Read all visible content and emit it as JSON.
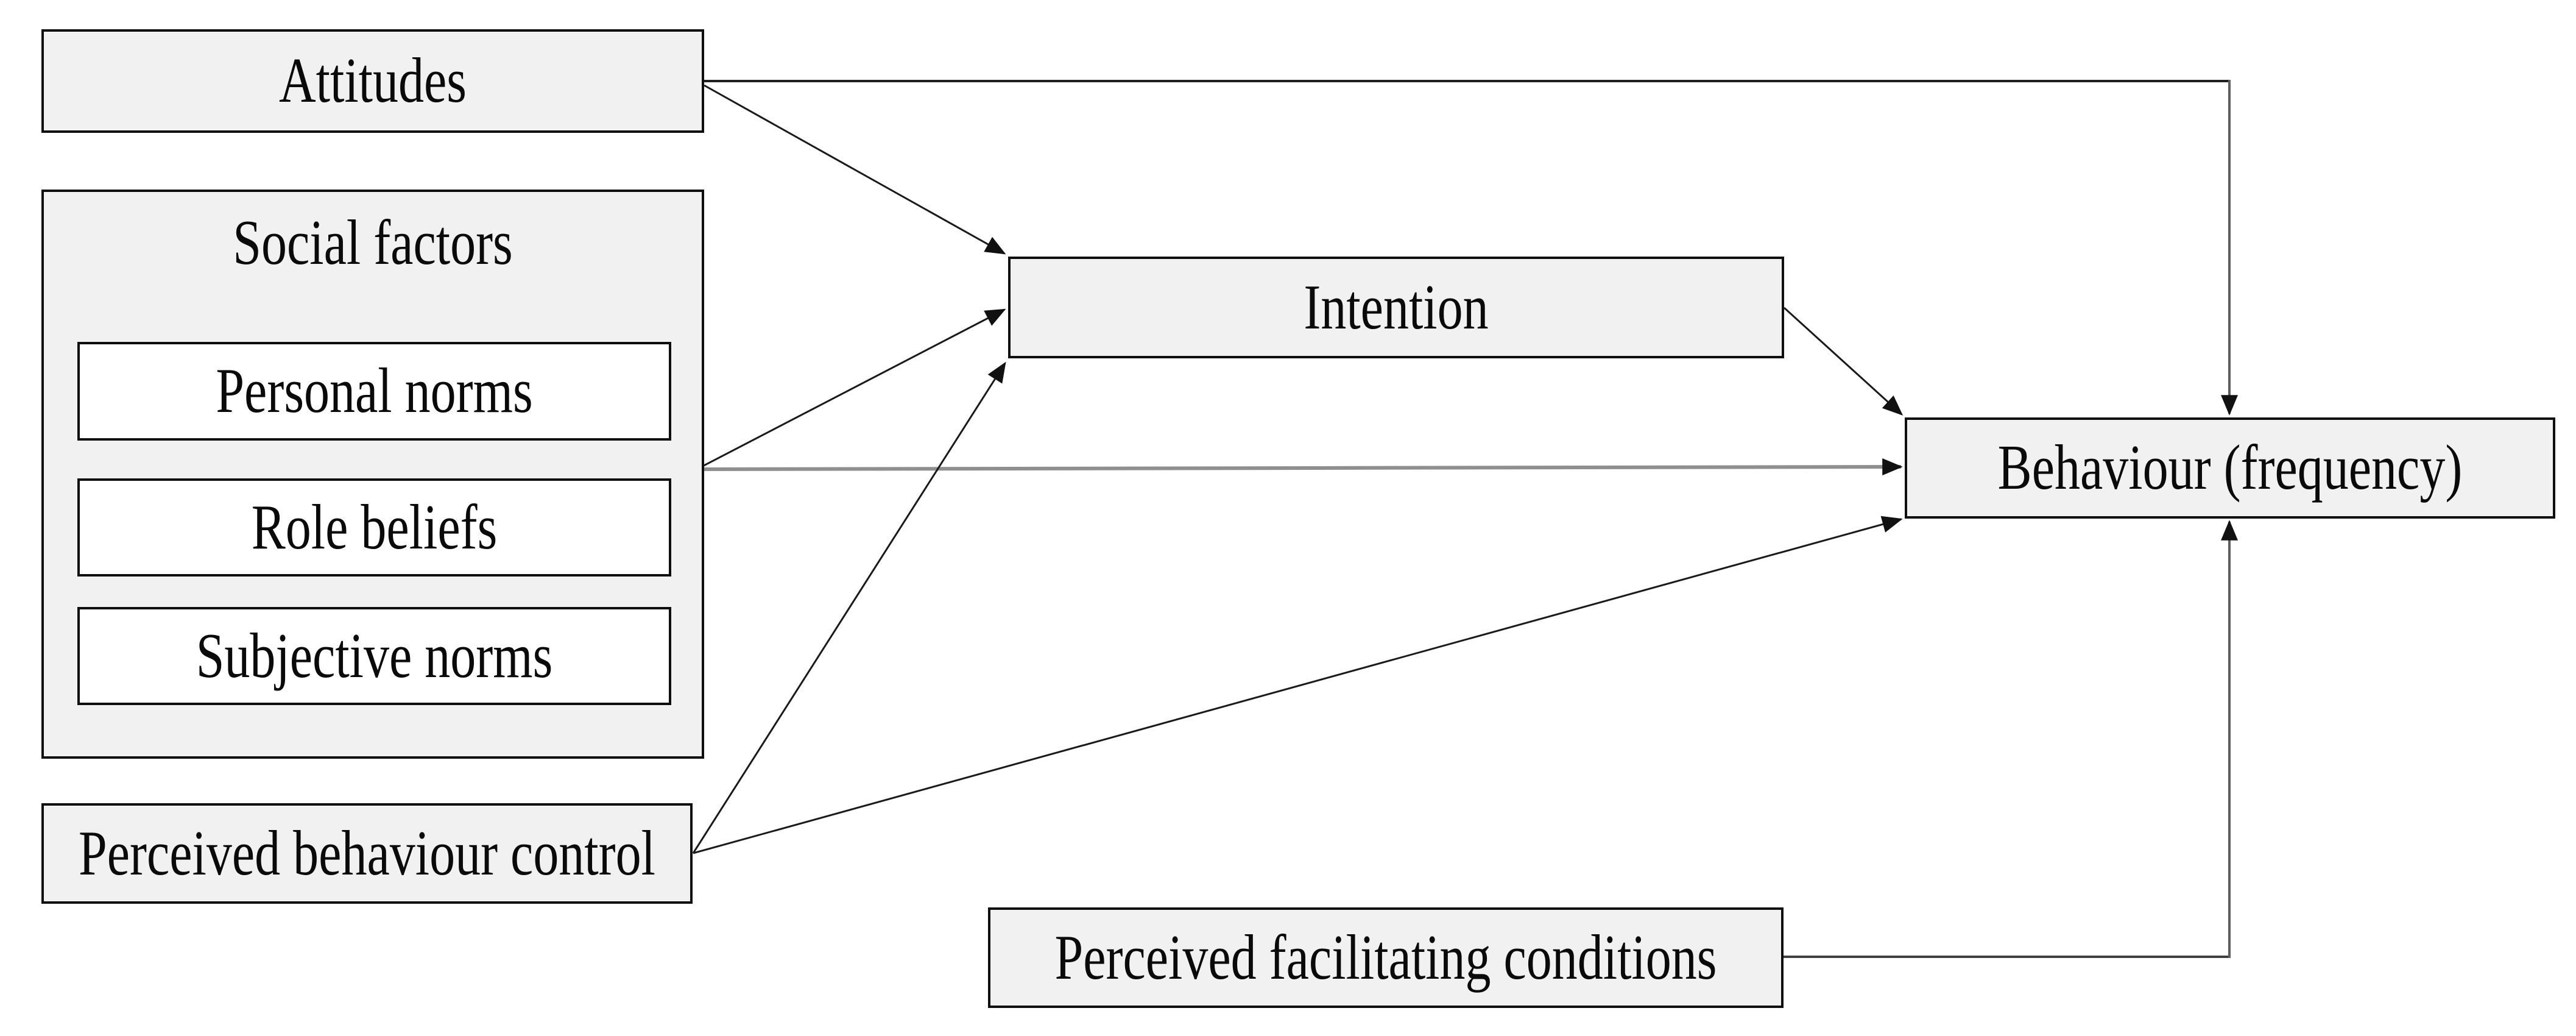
{
  "diagram": {
    "title": "Behaviour model diagram",
    "nodes": {
      "attitudes": {
        "label": "Attitudes"
      },
      "social_factors": {
        "label": "Social factors"
      },
      "personal_norms": {
        "label": "Personal norms"
      },
      "role_beliefs": {
        "label": "Role beliefs"
      },
      "subjective_norms": {
        "label": "Subjective norms"
      },
      "perceived_behaviour_control": {
        "label": "Perceived behaviour control"
      },
      "intention": {
        "label": "Intention"
      },
      "behaviour": {
        "label": "Behaviour (frequency)"
      },
      "perceived_facilitating_conditions": {
        "label": "Perceived facilitating conditions"
      }
    },
    "edges": [
      {
        "from": "Attitudes",
        "to": "Intention"
      },
      {
        "from": "Attitudes",
        "to": "Behaviour (frequency)"
      },
      {
        "from": "Social factors",
        "to": "Intention"
      },
      {
        "from": "Social factors",
        "to": "Behaviour (frequency)"
      },
      {
        "from": "Perceived behaviour control",
        "to": "Intention"
      },
      {
        "from": "Perceived behaviour control",
        "to": "Behaviour (frequency)"
      },
      {
        "from": "Intention",
        "to": "Behaviour (frequency)"
      },
      {
        "from": "Perceived facilitating conditions",
        "to": "Behaviour (frequency)"
      }
    ],
    "colors": {
      "box_fill": "#f1f1f1",
      "subbox_fill": "#ffffff",
      "border": "#0f0f0f",
      "line_dark": "#1f1f1f",
      "line_mid": "#5f5f5f",
      "line_gray": "#8f8f8f",
      "text": "#0a0a0a",
      "background": "#ffffff"
    }
  }
}
